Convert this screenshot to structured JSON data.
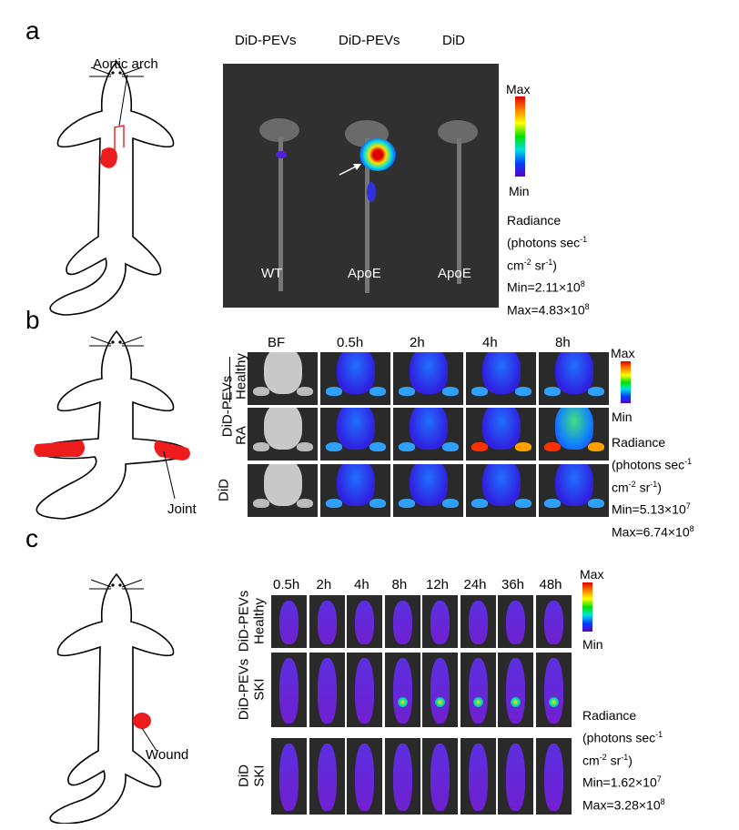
{
  "panel_a": {
    "label": "a",
    "anatomy_label": "Aortic arch",
    "column_headers": [
      "DiD-PEVs",
      "DiD-PEVs",
      "DiD"
    ],
    "image_labels": [
      "WT",
      "ApoE",
      "ApoE"
    ],
    "colorbar": {
      "max": "Max",
      "min": "Min"
    },
    "radiance": {
      "title": "Radiance",
      "unit_1": "(photons sec",
      "unit_1_sup": "-1",
      "unit_2a": "cm",
      "unit_2a_sup": "-2",
      "unit_2b": " sr",
      "unit_2b_sup": "-1",
      "unit_2c": ")",
      "min": "Min=2.11×10",
      "min_exp": "8",
      "max": "Max=4.83×10",
      "max_exp": "8"
    }
  },
  "panel_b": {
    "label": "b",
    "anatomy_label": "Joint",
    "column_headers": [
      "BF",
      "0.5h",
      "2h",
      "4h",
      "8h"
    ],
    "group_labels": [
      "DiD-PEVs",
      "DiD"
    ],
    "row_labels": [
      "Healthy",
      "RA",
      ""
    ],
    "colorbar": {
      "max": "Max",
      "min": "Min"
    },
    "radiance": {
      "title": "Radiance",
      "unit_1": "(photons sec",
      "unit_1_sup": "-1",
      "unit_2a": "cm",
      "unit_2a_sup": "-2",
      "unit_2b": " sr",
      "unit_2b_sup": "-1",
      "unit_2c": ")",
      "min": "Min=5.13×10",
      "min_exp": "7",
      "max": "Max=6.74×10",
      "max_exp": "8"
    }
  },
  "panel_c": {
    "label": "c",
    "anatomy_label": "Wound",
    "column_headers": [
      "0.5h",
      "2h",
      "4h",
      "8h",
      "12h",
      "24h",
      "36h",
      "48h"
    ],
    "row_groups": [
      {
        "group": "DiD-PEVs",
        "row": "Healthy"
      },
      {
        "group": "DiD-PEVs",
        "row": "SKI"
      },
      {
        "group": "DiD",
        "row": "SKI"
      }
    ],
    "colorbar": {
      "max": "Max",
      "min": "Min"
    },
    "radiance": {
      "title": "Radiance",
      "unit_1": "(photons sec",
      "unit_1_sup": "-1",
      "unit_2a": "cm",
      "unit_2a_sup": "-2",
      "unit_2b": " sr",
      "unit_2b_sup": "-1",
      "unit_2c": ")",
      "min": "Min=1.62×10",
      "min_exp": "7",
      "max": "Max=3.28×10",
      "max_exp": "8"
    }
  },
  "colors": {
    "lesion": "#ee1c1c",
    "image_bg": "#2a2a2a"
  }
}
